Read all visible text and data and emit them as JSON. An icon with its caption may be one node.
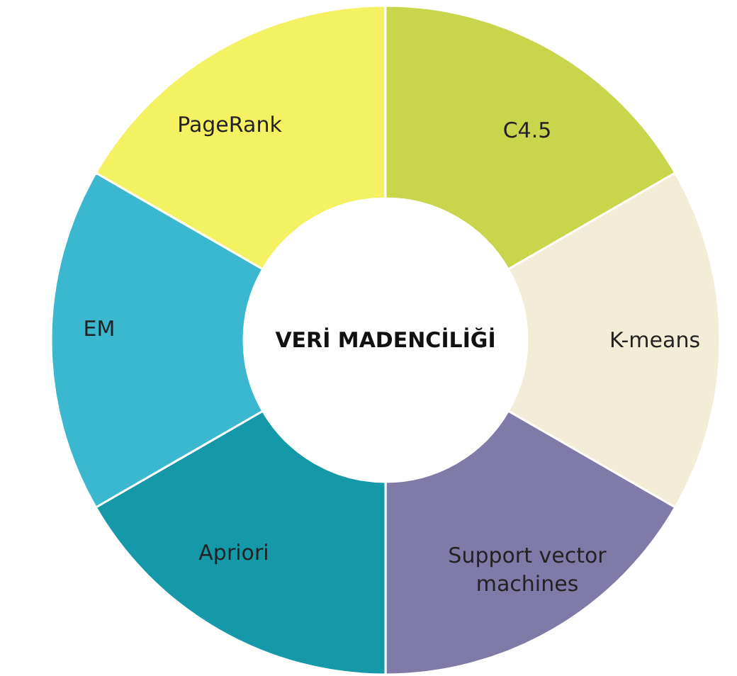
{
  "diagram": {
    "nodes": [
      {
        "text": [
          "VERİ MADENCİLİĞİ"
        ]
      },
      {
        "text": [
          "PageRank"
        ]
      },
      {
        "text": [
          "C4.5"
        ]
      },
      {
        "text": [
          "K-means"
        ]
      },
      {
        "text": [
          "Support vector machines"
        ]
      },
      {
        "text": [
          "Apriori"
        ]
      },
      {
        "text": [
          "EM"
        ]
      }
    ]
  }
}
